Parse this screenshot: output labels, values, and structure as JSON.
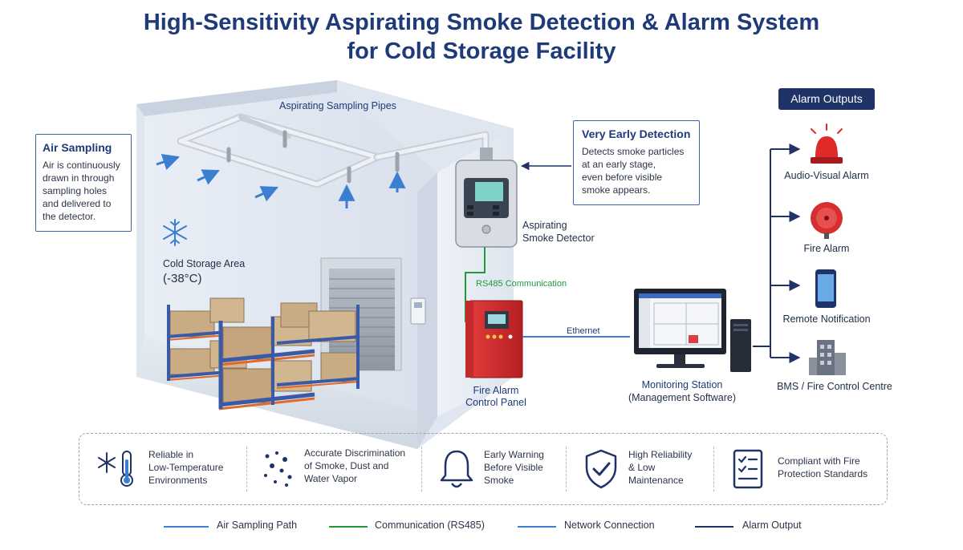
{
  "title": {
    "line1": "High-Sensitivity Aspirating Smoke Detection & Alarm System",
    "line2": "for Cold Storage Facility"
  },
  "colors": {
    "air_path": "#3a7fd0",
    "rs485": "#1f9a3c",
    "network": "#3a7fd0",
    "alarm": "#1f3366",
    "panel_red": "#d62f2f"
  },
  "labels": {
    "pipes": "Aspirating Sampling Pipes",
    "detector_line1": "Aspirating",
    "detector_line2": "Smoke Detector",
    "cold_area_line1": "Cold Storage Area",
    "cold_area_line2": "(-38°C)",
    "rs485": "RS485 Communication",
    "panel_line1": "Fire Alarm",
    "panel_line2": "Control Panel",
    "ethernet": "Ethernet",
    "station_line1": "Monitoring Station",
    "station_line2": "(Management Software)"
  },
  "callouts": {
    "air_sampling": {
      "title": "Air Sampling",
      "lines": [
        "Air is continuously",
        "drawn in through",
        "sampling holes",
        "and delivered to",
        "the detector."
      ]
    },
    "early_detection": {
      "title": "Very Early Detection",
      "lines": [
        "Detects smoke particles",
        "at an early stage,",
        "even before visible",
        "smoke appears."
      ]
    }
  },
  "alarm_outputs": {
    "title": "Alarm Outputs",
    "items": [
      {
        "label": "Audio-Visual Alarm",
        "icon": "beacon-icon"
      },
      {
        "label": "Fire Alarm",
        "icon": "bell-icon"
      },
      {
        "label": "Remote Notification",
        "icon": "phone-icon"
      },
      {
        "label": "BMS / Fire Control Centre",
        "icon": "building-icon"
      }
    ]
  },
  "features": [
    {
      "icon": "snowflake-thermometer-icon",
      "lines": [
        "Reliable in",
        "Low-Temperature",
        "Environments"
      ]
    },
    {
      "icon": "particles-icon",
      "lines": [
        "Accurate Discrimination",
        "of Smoke, Dust and",
        "Water Vapor"
      ]
    },
    {
      "icon": "bell-outline-icon",
      "lines": [
        "Early Warning",
        "Before Visible",
        "Smoke"
      ]
    },
    {
      "icon": "shield-check-icon",
      "lines": [
        "High Reliability",
        "& Low",
        "Maintenance"
      ]
    },
    {
      "icon": "checklist-icon",
      "lines": [
        "Compliant with Fire",
        "Protection Standards"
      ]
    }
  ],
  "legend": [
    {
      "label": "Air Sampling Path",
      "color": "#3a7fd0"
    },
    {
      "label": "Communication (RS485)",
      "color": "#1f9a3c"
    },
    {
      "label": "Network Connection",
      "color": "#3a7fd0"
    },
    {
      "label": "Alarm Output",
      "color": "#1f3366"
    }
  ]
}
